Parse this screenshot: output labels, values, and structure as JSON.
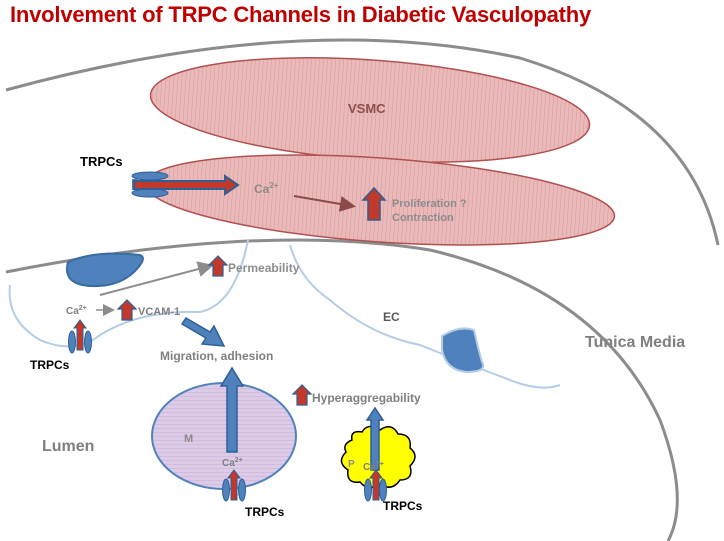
{
  "title": "Involvement of TRPC Channels in Diabetic Vasculopathy",
  "labels": {
    "vsmc": "VSMC",
    "trpcs_vsmc": "TRPCs",
    "ca_vsmc": "Ca",
    "ca_sup": "2+",
    "proliferation": "Proliferation ?",
    "contraction": "Contraction",
    "permeability": "Permeability",
    "ca_ec": "Ca",
    "vcam": "VCAM-1",
    "trpcs_ec": "TRPCs",
    "ec": "EC",
    "tunica_media": "Tunica Media",
    "migration": "Migration, adhesion",
    "hyperaggregability": "Hyperaggregability",
    "lumen": "Lumen",
    "monocyte": "M",
    "ca_mono": "Ca",
    "trpcs_mono": "TRPCs",
    "platelet": "P",
    "ca_plt": "Ca",
    "trpcs_plt": "TRPCs"
  },
  "colors": {
    "title": "#c00000",
    "vsmc_fill": "#e8b4b4",
    "vsmc_stroke": "#b05050",
    "vessel_wall": "#8c8c8c",
    "ec_border": "#b4cde6",
    "channel_blue": "#4f81bd",
    "channel_dark": "#2f5f95",
    "arrow_up_red": "#c0392b",
    "monocyte_fill": "#dcc8e6",
    "platelet_fill": "#ffff00",
    "gray_text": "#7f7f7f"
  }
}
